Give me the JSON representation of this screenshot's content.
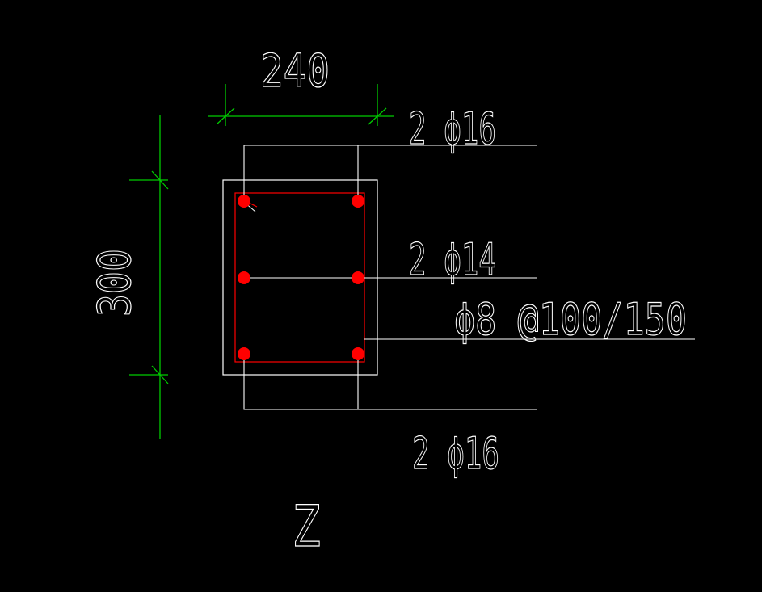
{
  "drawing": {
    "dimension_width": "240",
    "dimension_height": "300",
    "top_bar_label": "2 ϕ16",
    "middle_bar_label": "2 ϕ14",
    "stirrup_label": "ϕ8 @100/150",
    "bottom_bar_label": "2 ϕ16",
    "section_name": "Z"
  },
  "colors": {
    "background": "#000000",
    "outline": "#ffffff",
    "rebar": "#ff0000",
    "dimension": "#00cc00",
    "text": "#ffffff"
  }
}
